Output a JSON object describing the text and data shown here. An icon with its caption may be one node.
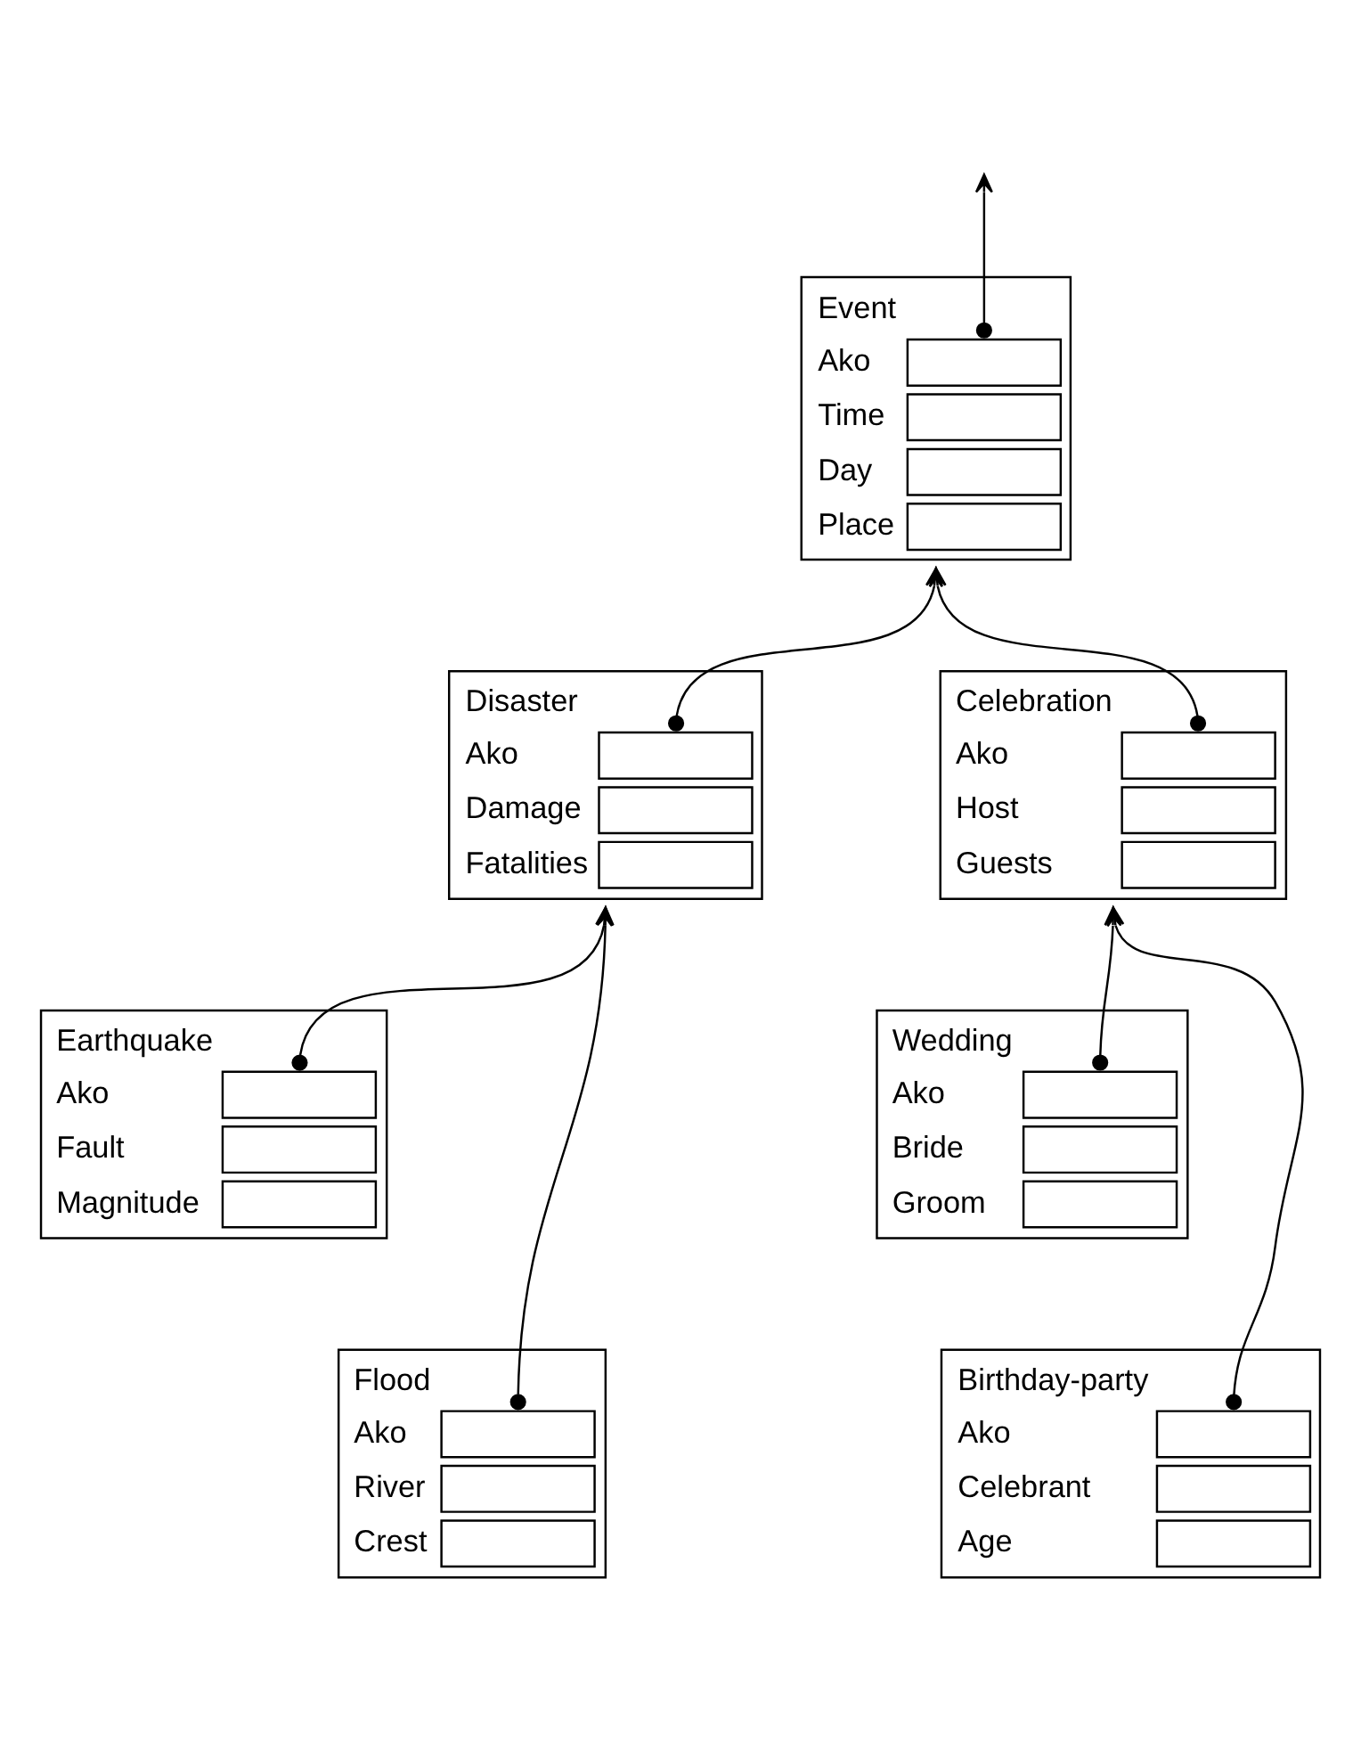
{
  "diagram": {
    "nodes": [
      {
        "text": [
          "Event",
          "Ako",
          "Time",
          "Day",
          "Place"
        ]
      },
      {
        "text": [
          "Disaster",
          "Ako",
          "Damage",
          "Fatalities"
        ]
      },
      {
        "text": [
          "Celebration",
          "Ako",
          "Host",
          "Guests"
        ]
      },
      {
        "text": [
          "Earthquake",
          "Ako",
          "Fault",
          "Magnitude"
        ]
      },
      {
        "text": [
          "Wedding",
          "Ako",
          "Bride",
          "Groom"
        ]
      },
      {
        "text": [
          "Flood",
          "Ako",
          "River",
          "Crest"
        ]
      },
      {
        "text": [
          "Birthday-party",
          "Ako",
          "Celebrant",
          "Age"
        ]
      }
    ],
    "edges": [
      {
        "from": 0,
        "to": null,
        "arrow": "to"
      },
      {
        "from": 1,
        "to": 0,
        "arrow": "to"
      },
      {
        "from": 2,
        "to": 0,
        "arrow": "to"
      },
      {
        "from": 3,
        "to": 1,
        "arrow": "to"
      },
      {
        "from": 4,
        "to": 2,
        "arrow": "to"
      },
      {
        "from": 5,
        "to": 1,
        "arrow": "to"
      },
      {
        "from": 6,
        "to": 2,
        "arrow": "to"
      }
    ]
  }
}
